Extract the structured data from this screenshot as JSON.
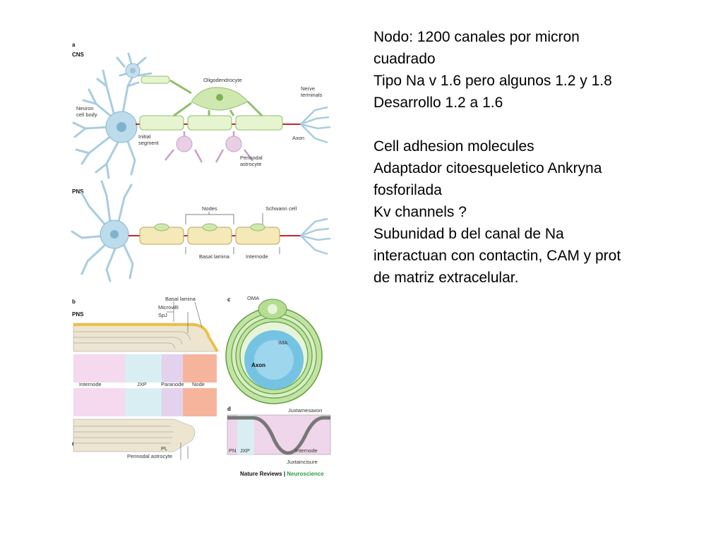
{
  "figure": {
    "panel_a": "a",
    "cns": "CNS",
    "pns": "PNS",
    "neuron_cell_body": [
      "Neuron",
      "cell body"
    ],
    "oligodendrocyte": "Oligodendrocyte",
    "nerve_terminals": [
      "Nerve",
      "terminals"
    ],
    "initial_segment": [
      "Initial",
      "segment"
    ],
    "axon": "Axon",
    "perinodal_astrocyte": [
      "Perinodal",
      "astrocyte"
    ],
    "nodes": "Nodes",
    "schwann_cell": "Schwann cell",
    "basal_lamina": "Basal lamina",
    "internode": "Internode",
    "panel_b": "b",
    "b_basal_lamina": "Basal lamina",
    "b_microvilli": "Microvilli",
    "b_spj": "SpJ",
    "b_internode": "Internode",
    "b_jxp": "JXP",
    "b_paranode": "Paranode",
    "b_node": "Node",
    "b_pl": "PL",
    "b_perinodal_astrocyte": "Perinodal astrocyte",
    "panel_c": "c",
    "c_oma": "OMA",
    "c_ima": "IMA",
    "c_axon": "Axon",
    "panel_d": "d",
    "d_juxtamesaxon": "Juxtamesaxon",
    "d_pn": "PN",
    "d_jxp": "JXP",
    "d_internode": "Internode",
    "d_juxtaincisure": "Juxtaincisure",
    "credit_journal": "Nature Reviews",
    "credit_sep": " | ",
    "credit_section": "Neuroscience"
  },
  "notes": {
    "lines": [
      "Nodo: 1200 canales por micron",
      "cuadrado",
      "Tipo Na v 1.6 pero algunos 1.2 y 1.8",
      "Desarrollo 1.2 a 1.6",
      "",
      "Cell adhesion molecules",
      "Adaptador citoesqueletico Ankryna",
      "fosforilada",
      "Kv channels ?",
      "Subunidad b del canal de Na",
      "interactuan con contactin, CAM y prot",
      "de matriz extracelular."
    ]
  }
}
